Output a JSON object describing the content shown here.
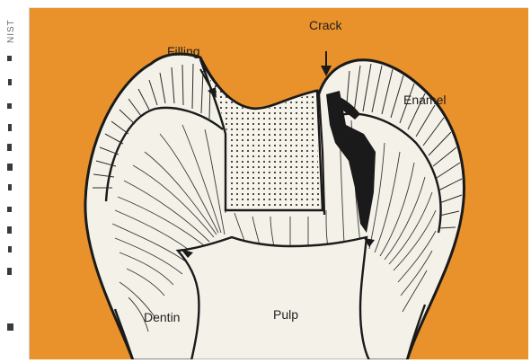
{
  "figure": {
    "side_credit": "NIST",
    "labels": {
      "filling": "Filling",
      "crack": "Crack",
      "enamel": "Enamel",
      "dentin": "Dentin",
      "pulp": "Pulp"
    }
  },
  "colors": {
    "background": "#E9922B",
    "tooth": "#F4F1E8",
    "filling": "#F6F3EA",
    "line": "#1A1A1A",
    "crack_shadow": "#1A1A1A"
  }
}
